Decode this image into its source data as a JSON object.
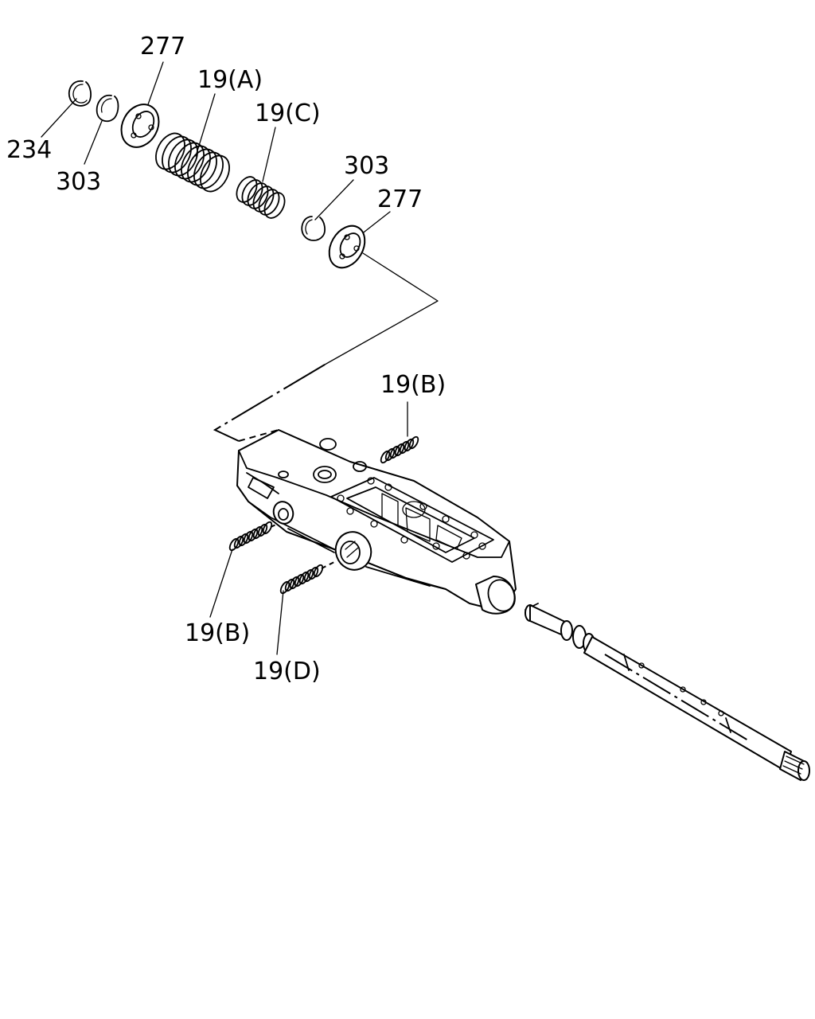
{
  "labels": {
    "l234": "234",
    "l303a": "303",
    "l277a": "277",
    "l19A": "19(A)",
    "l19C": "19(C)",
    "l303b": "303",
    "l277b": "277",
    "l19Btop": "19(B)",
    "l19Bleft": "19(B)",
    "l19D": "19(D)"
  }
}
